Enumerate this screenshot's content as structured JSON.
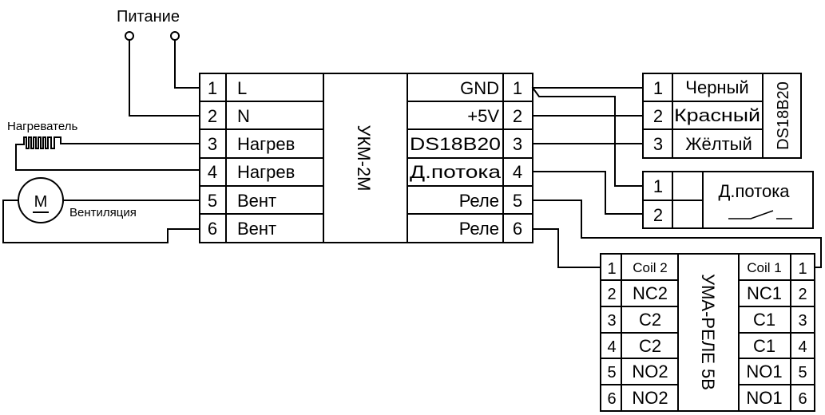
{
  "power": {
    "label": "Питание"
  },
  "heater": {
    "label": "Нагреватель"
  },
  "fan": {
    "label": "Вентиляция",
    "motor_symbol": "M"
  },
  "ukm": {
    "title": "УКМ-2М",
    "left_pins": [
      {
        "num": "1",
        "label": "L"
      },
      {
        "num": "2",
        "label": "N"
      },
      {
        "num": "3",
        "label": "Нагрев"
      },
      {
        "num": "4",
        "label": "Нагрев"
      },
      {
        "num": "5",
        "label": "Вент"
      },
      {
        "num": "6",
        "label": "Вент"
      }
    ],
    "right_pins": [
      {
        "num": "1",
        "label": "GND"
      },
      {
        "num": "2",
        "label": "+5V"
      },
      {
        "num": "3",
        "label": "DS18B20"
      },
      {
        "num": "4",
        "label": "Д.потока"
      },
      {
        "num": "5",
        "label": "Реле"
      },
      {
        "num": "6",
        "label": "Реле"
      }
    ]
  },
  "ds18b20": {
    "title": "DS18B20",
    "pins": [
      {
        "num": "1",
        "label": "Черный"
      },
      {
        "num": "2",
        "label": "Красный"
      },
      {
        "num": "3",
        "label": "Жёлтый"
      }
    ]
  },
  "flow_sensor": {
    "title": "Д.потока",
    "pins": [
      {
        "num": "1"
      },
      {
        "num": "2"
      }
    ]
  },
  "uma": {
    "title": "УМА-РЕЛЕ 5В",
    "left_pins": [
      {
        "num": "1",
        "label": "Coil 2"
      },
      {
        "num": "2",
        "label": "NC2"
      },
      {
        "num": "3",
        "label": "C2"
      },
      {
        "num": "4",
        "label": "C2"
      },
      {
        "num": "5",
        "label": "NO2"
      },
      {
        "num": "6",
        "label": "NO2"
      }
    ],
    "right_pins": [
      {
        "num": "1",
        "label": "Coil 1"
      },
      {
        "num": "2",
        "label": "NC1"
      },
      {
        "num": "3",
        "label": "C1"
      },
      {
        "num": "4",
        "label": "C1"
      },
      {
        "num": "5",
        "label": "NO1"
      },
      {
        "num": "6",
        "label": "NO1"
      }
    ]
  }
}
